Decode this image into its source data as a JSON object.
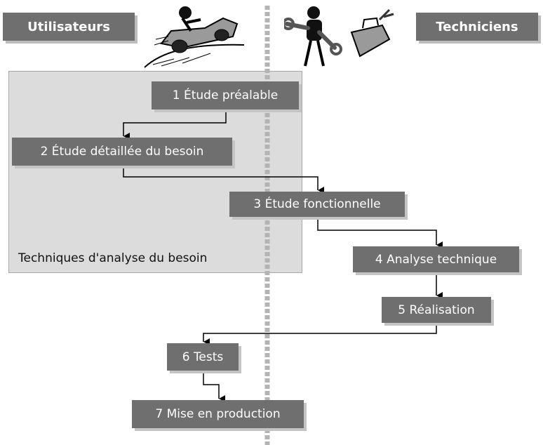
{
  "roles": {
    "left": "Utilisateurs",
    "right": "Techniciens"
  },
  "panel": {
    "label": "Techniques d'analyse du besoin"
  },
  "steps": [
    "1 Étude préalable",
    "2  Étude détaillée du besoin",
    "3  Étude fonctionnelle",
    "4  Analyse technique",
    "5  Réalisation",
    "6  Tests",
    "7  Mise en production"
  ],
  "illustrations": {
    "user": "person-driving-car-icon",
    "technician": "mechanic-with-wrench-and-toolbox-icon"
  },
  "colors": {
    "box": "#6f6f6f",
    "panel": "#dcdcdc",
    "divider": "#b0b0b0"
  }
}
